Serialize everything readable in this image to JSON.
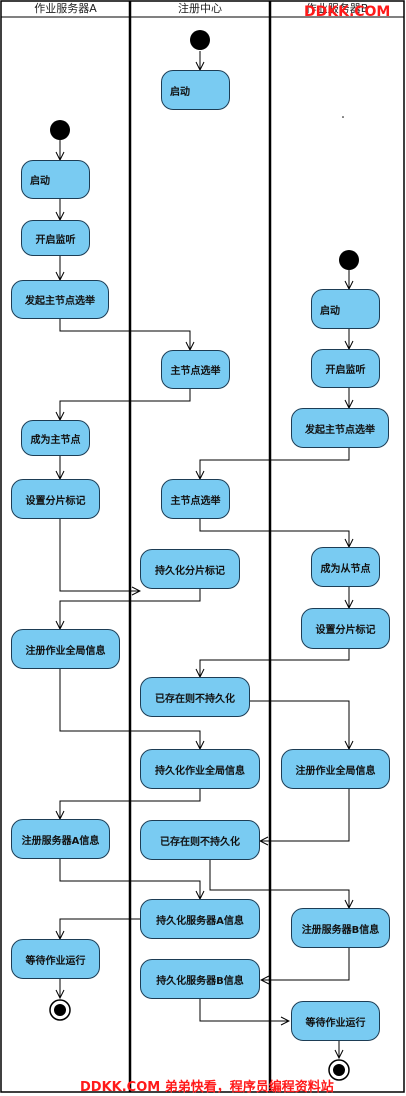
{
  "lanes": {
    "a": "作业服务器A",
    "center": "注册中心",
    "b": "作业服务器B"
  },
  "nodes": {
    "c_start": "启动",
    "a_start": "启动",
    "a_listen": "开启监听",
    "a_elect": "发起主节点选举",
    "c_elect1": "主节点选举",
    "b_start": "启动",
    "b_listen": "开启监听",
    "b_elect": "发起主节点选举",
    "a_master": "成为主节点",
    "a_shard": "设置分片标记",
    "c_elect2": "主节点选举",
    "c_persist_shard": "持久化分片标记",
    "b_slave": "成为从节点",
    "b_shard": "设置分片标记",
    "a_reg_global": "注册作业全局信息",
    "c_exists1": "已存在则不持久化",
    "c_persist_global": "持久化作业全局信息",
    "b_reg_global": "注册作业全局信息",
    "a_reg_server": "注册服务器A信息",
    "c_exists2": "已存在则不持久化",
    "c_persist_a": "持久化服务器A信息",
    "b_reg_server": "注册服务器B信息",
    "a_wait": "等待作业运行",
    "c_persist_b": "持久化服务器B信息",
    "b_wait": "等待作业运行"
  },
  "watermark": {
    "top": "DDKK.COM",
    "bottom": "DDKK.COM 弟弟快看，程序员编程资料站"
  },
  "colors": {
    "node_fill": "#79cbf2",
    "node_border": "#1d3d55",
    "line": "#000000",
    "watermark": "#ff1a1a"
  }
}
